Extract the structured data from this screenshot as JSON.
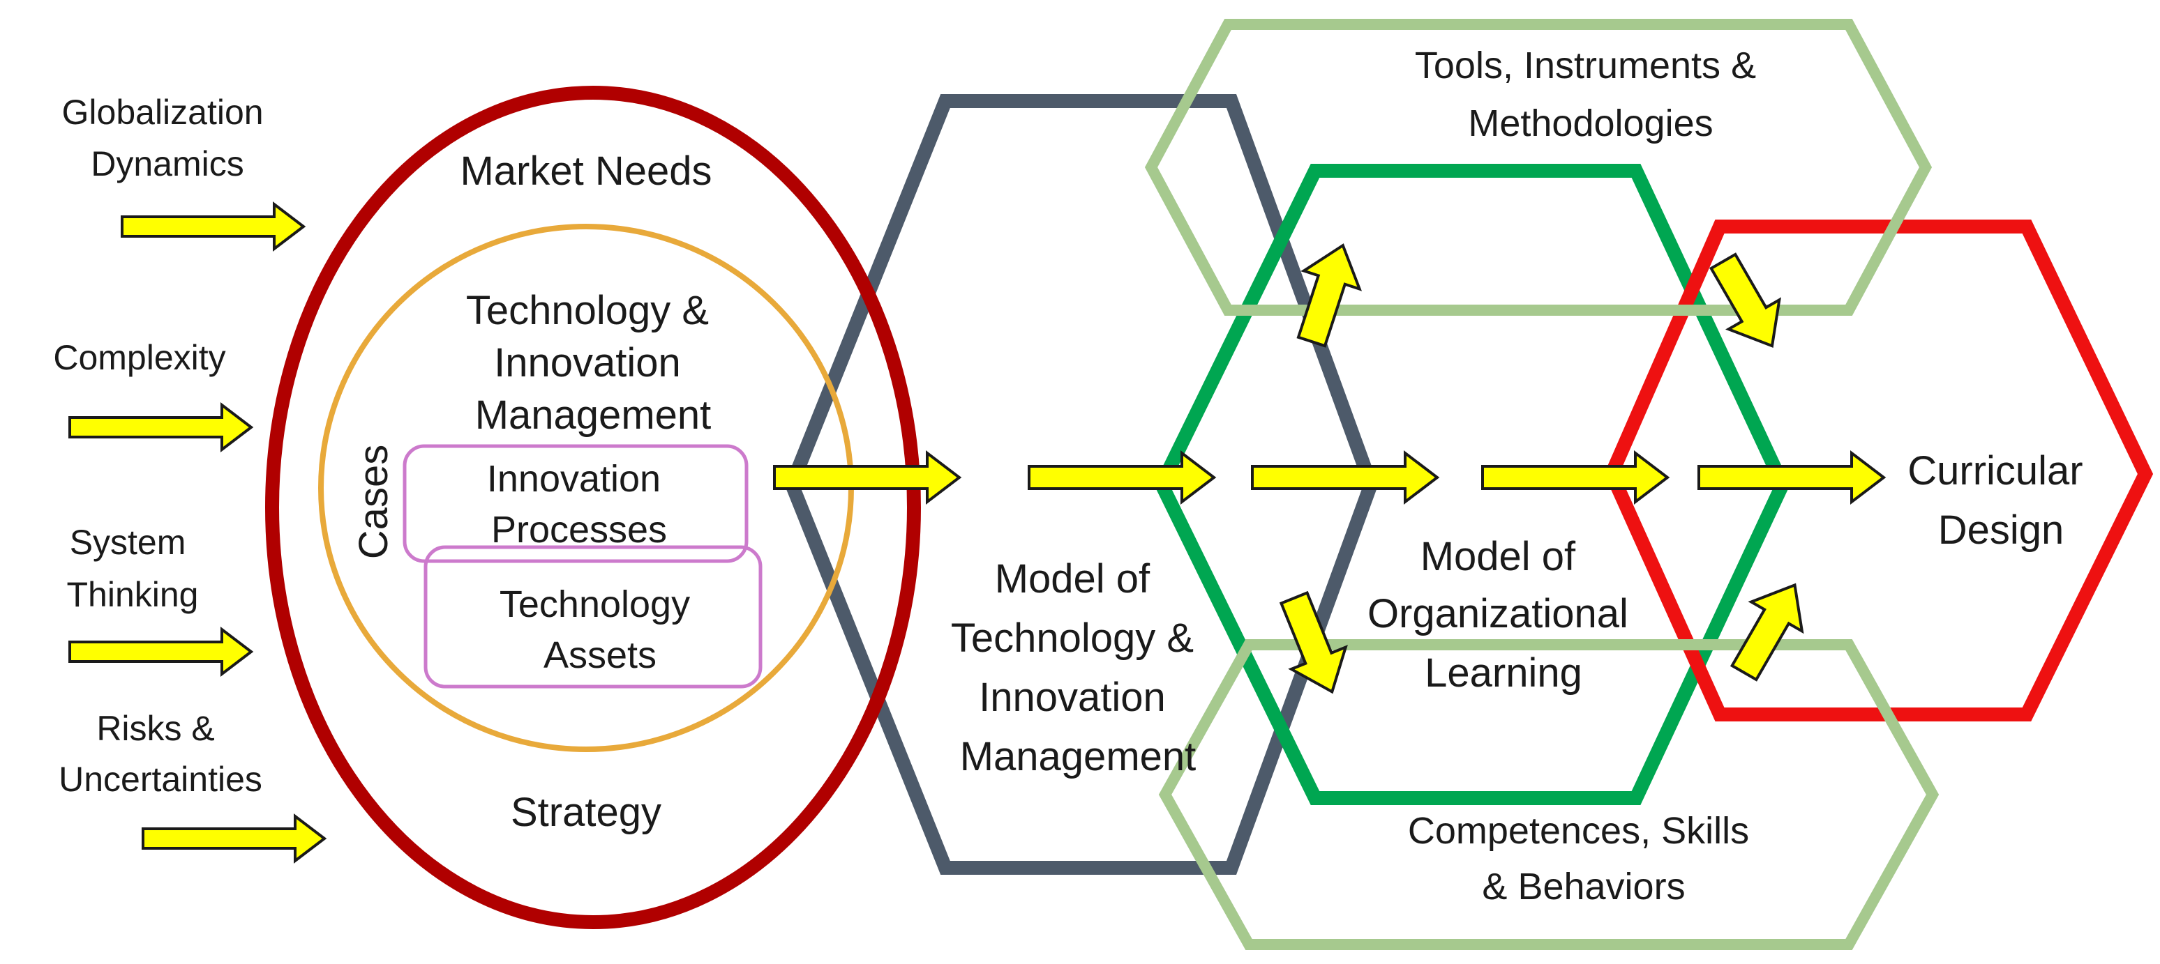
{
  "inputs": [
    {
      "lines": [
        "Globalization",
        "Dynamics"
      ]
    },
    {
      "lines": [
        "Complexity"
      ]
    },
    {
      "lines": [
        "System",
        "Thinking"
      ]
    },
    {
      "lines": [
        "Risks &",
        "Uncertainties"
      ]
    }
  ],
  "ellipse": {
    "top_label": "Market Needs",
    "bottom_label": "Strategy",
    "inner_title": [
      "Technology &",
      "Innovation",
      "Management"
    ],
    "side_label": "Cases",
    "box1": [
      "Innovation",
      "Processes"
    ],
    "box2": [
      "Technology",
      "Assets"
    ]
  },
  "hexagons": {
    "tim_model": [
      "Model of",
      "Technology &",
      "Innovation",
      "Management"
    ],
    "org_learning": [
      "Model of",
      "Organizational",
      "Learning"
    ],
    "tools": [
      "Tools, Instruments &",
      "Methodologies"
    ],
    "competences": [
      "Competences, Skills",
      "& Behaviors"
    ],
    "curricular": [
      "Curricular",
      "Design"
    ]
  },
  "colors": {
    "arrow_fill": "#ffff00",
    "arrow_stroke": "#1a1a1a",
    "ellipse_outer": "#b00000",
    "circle_inner": "#e8a93a",
    "boxes": "#cc7acc",
    "hex_tim": "#4d5a6a",
    "hex_org": "#00a651",
    "hex_tools": "#a6c98e",
    "hex_curricular": "#ee1111"
  }
}
